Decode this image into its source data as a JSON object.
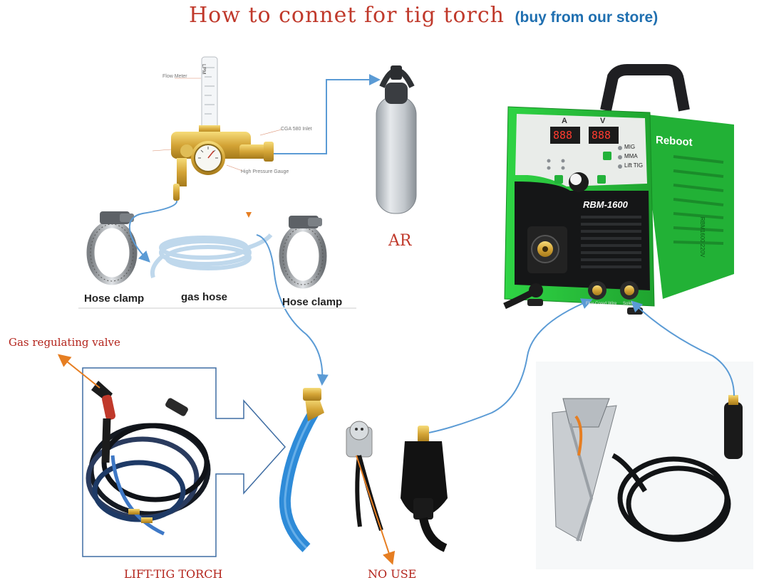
{
  "title": {
    "main": "How to connet for tig torch",
    "note": "(buy from our store)"
  },
  "regulator": {
    "gauge_label": "LPM",
    "annotations": [
      "Flow Meter",
      "CGA 580 Inlet",
      "High Pressure Gauge"
    ]
  },
  "cylinder": {
    "label": "AR"
  },
  "parts": {
    "hose_clamp_left": "Hose clamp",
    "gas_hose": "gas hose",
    "hose_clamp_right": "Hose clamp"
  },
  "welder": {
    "brand": "Reboot",
    "model": "RBM-1600",
    "side_label": "RBM1600 220V",
    "meter_a_label": "A",
    "meter_v_label": "V",
    "display_value": "888",
    "modes": [
      "MIG",
      "MMA",
      "Lift TIG"
    ],
    "port_labels": [
      "Flux Cored Wire",
      "Solid"
    ]
  },
  "torch": {
    "valve_label": "Gas regulating valve",
    "torch_label": "LIFT-TIG TORCH",
    "no_use_label": "NO USE"
  },
  "colors": {
    "title_red": "#c0392b",
    "note_blue": "#1f6fb0",
    "connector_blue": "#5b9bd5",
    "arrow_orange": "#e67e22",
    "welder_green": "#27c33a",
    "hose_blue": "#2e8bd8"
  }
}
